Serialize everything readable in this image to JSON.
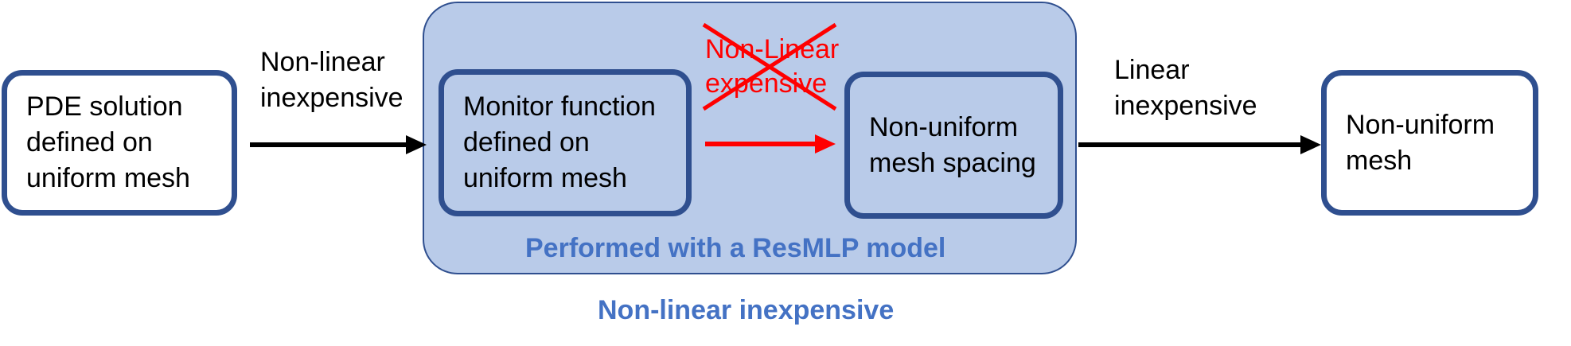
{
  "nodes": {
    "pde": "PDE solution\ndefined on\nuniform mesh",
    "monitor": "Monitor function\ndefined on\nuniform mesh",
    "spacing": "Non-uniform\nmesh spacing",
    "mesh": "Non-uniform\nmesh"
  },
  "edges": {
    "pde_to_model": "Non-linear\ninexpensive",
    "crossed_out": "Non-Linear\nexpensive",
    "model_to_mesh": "Linear\ninexpensive"
  },
  "group": {
    "caption": "Performed with a ResMLP model",
    "subtitle": "Non-linear inexpensive"
  },
  "colors": {
    "box_border": "#2f4f8f",
    "group_fill": "#b9cbe9",
    "accent_text": "#4472c4",
    "crossed": "#ff0000",
    "arrow": "#000000"
  }
}
